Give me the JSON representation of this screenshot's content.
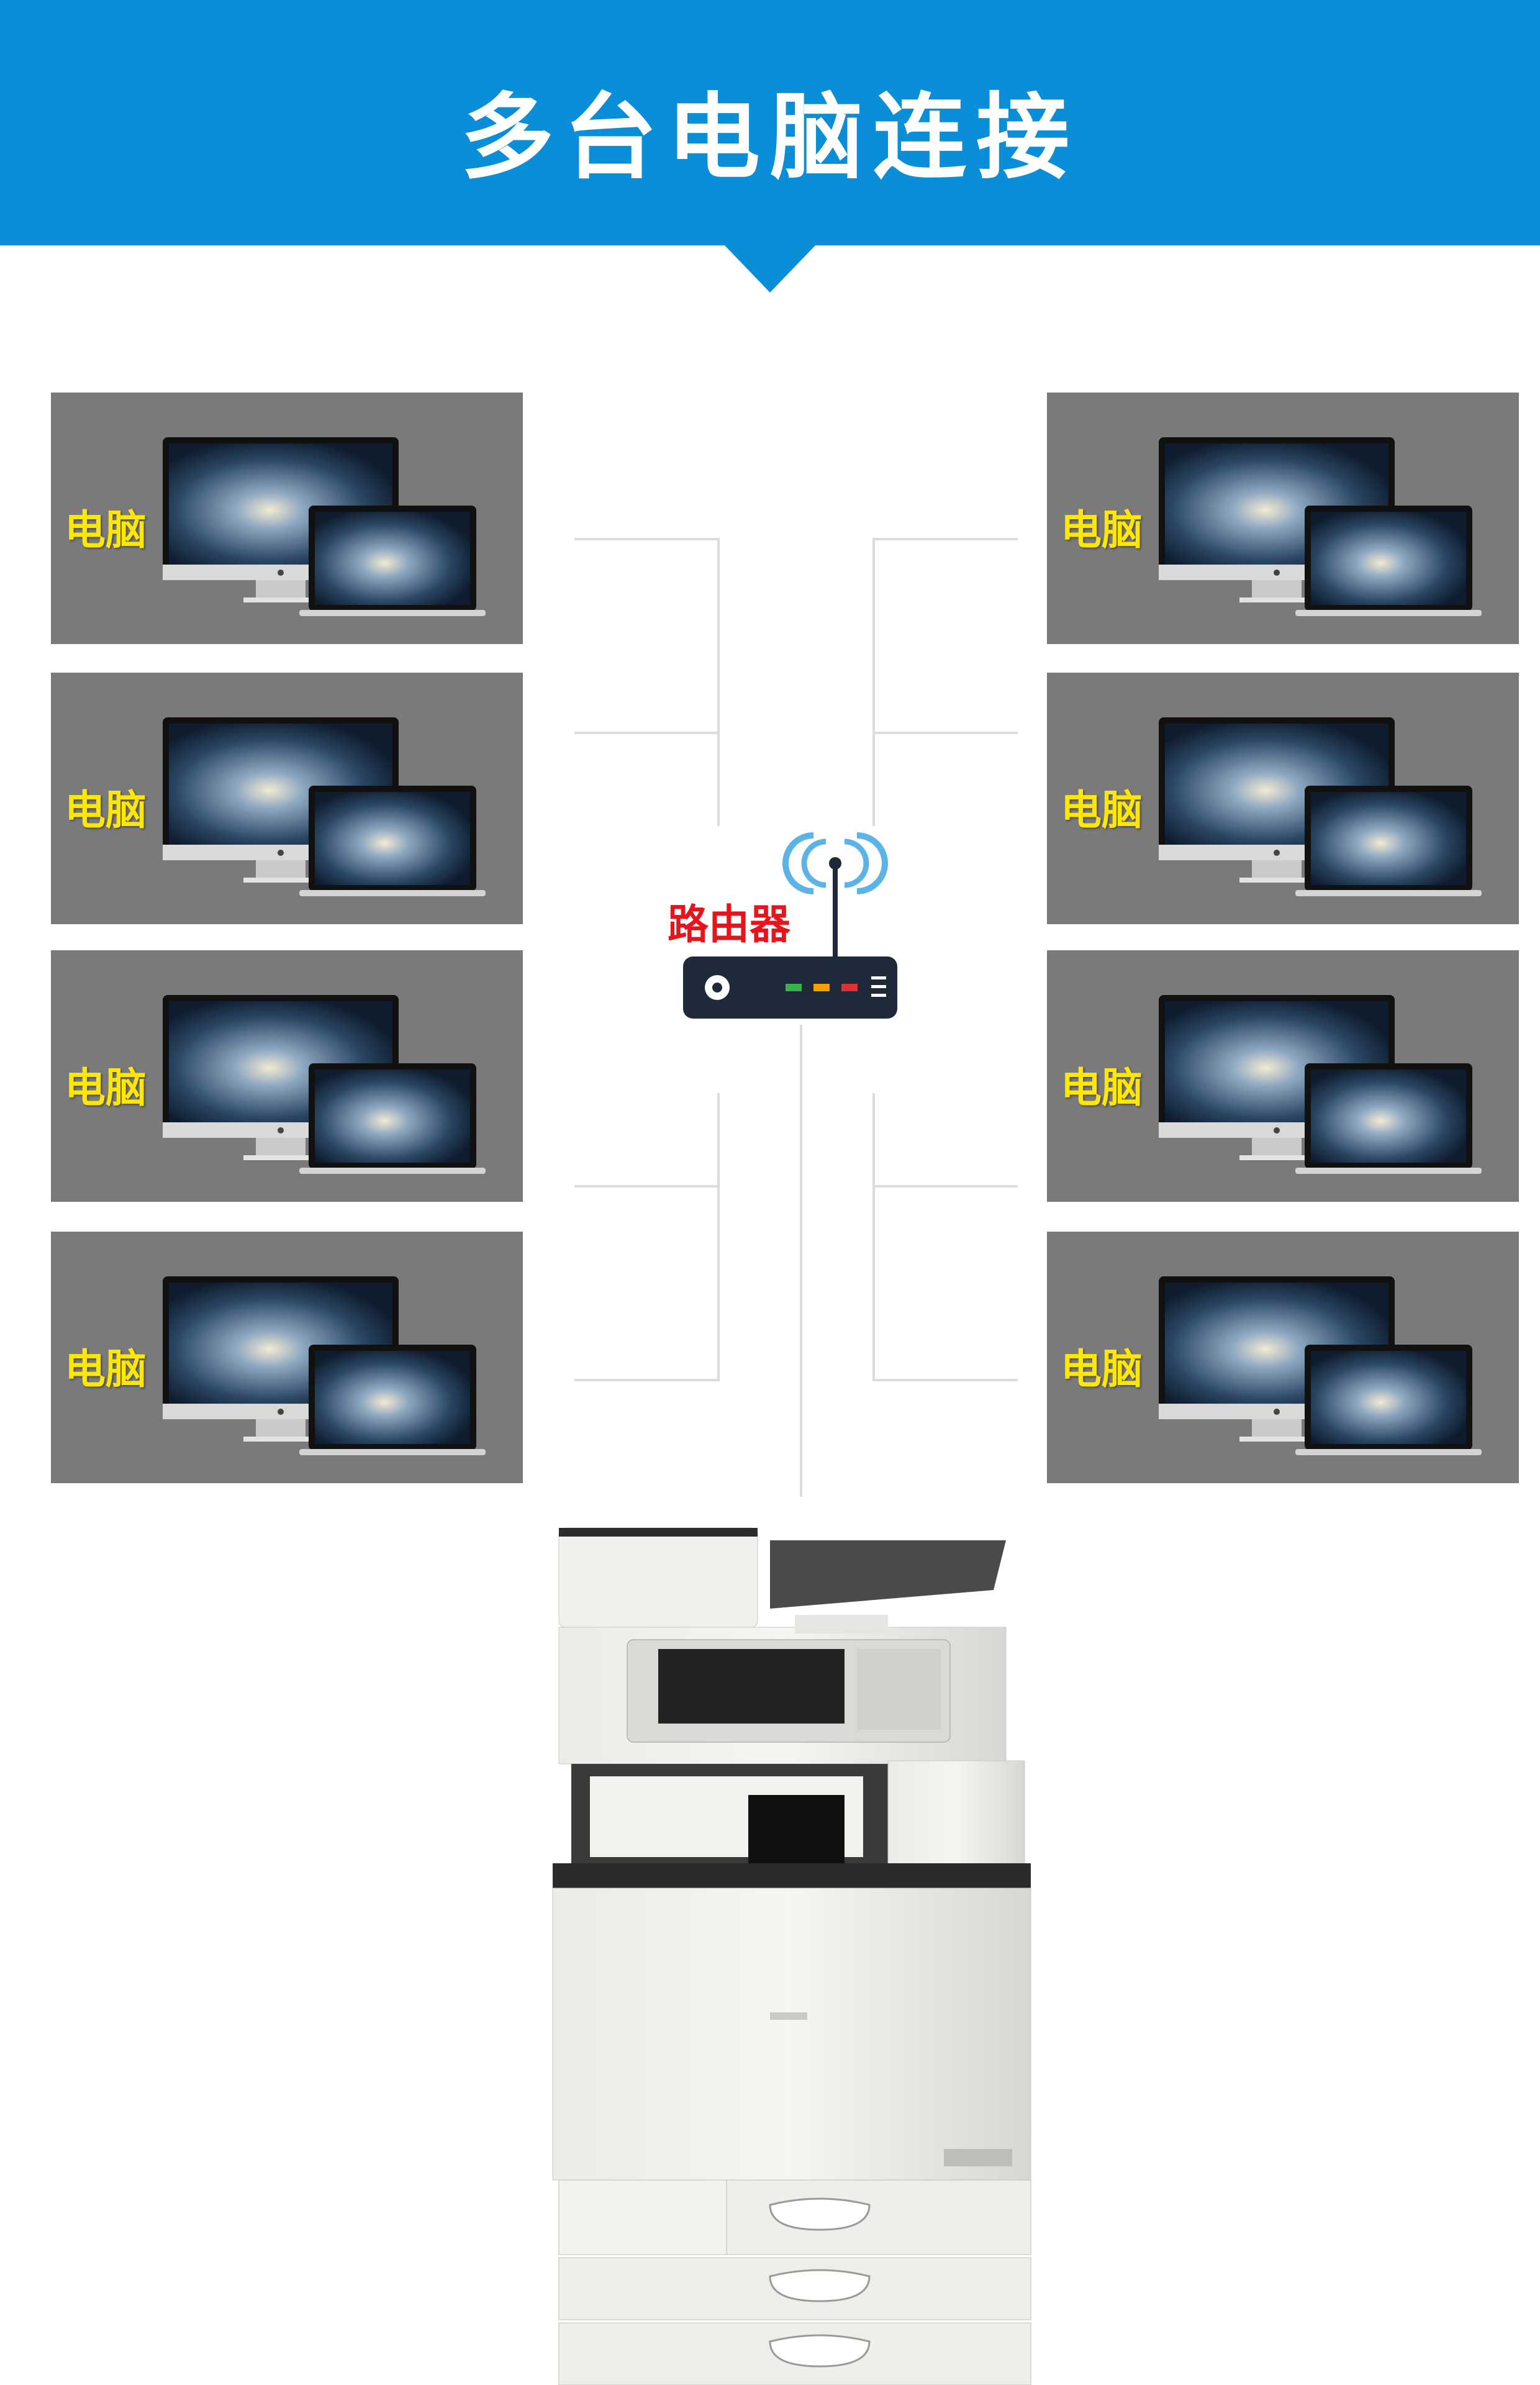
{
  "header": {
    "title": "多台电脑连接"
  },
  "computers": {
    "left": [
      {
        "label": "电脑"
      },
      {
        "label": "电脑"
      },
      {
        "label": "电脑"
      },
      {
        "label": "电脑"
      }
    ],
    "right": [
      {
        "label": "电脑"
      },
      {
        "label": "电脑"
      },
      {
        "label": "电脑"
      },
      {
        "label": "电脑"
      }
    ]
  },
  "router": {
    "label": "路由器",
    "icon": "router-icon"
  },
  "copier": {
    "icon": "copier-icon"
  },
  "colors": {
    "banner": "#0b8ed8",
    "card": "#7a7a7a",
    "computer_label": "#ffe800",
    "router_label": "#e8141b"
  }
}
